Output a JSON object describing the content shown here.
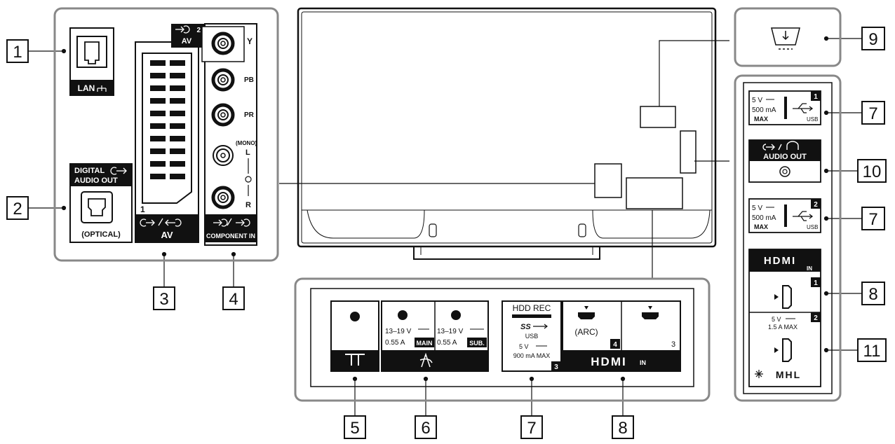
{
  "callouts": {
    "n1": "1",
    "n2": "2",
    "n3": "3",
    "n4": "4",
    "n5": "5",
    "n6": "6",
    "n7a": "7",
    "n8a": "8",
    "n9": "9",
    "n7b": "7",
    "n10": "10",
    "n7c": "7",
    "n8b": "8",
    "n11": "11"
  },
  "left_panel": {
    "lan": {
      "label": "LAN",
      "icon": "network-icon"
    },
    "digital_audio": {
      "line1": "DIGITAL",
      "line2": "AUDIO OUT",
      "optical": "(OPTICAL)"
    },
    "scart": {
      "number": "1",
      "label": "AV"
    },
    "av2": {
      "number": "2",
      "label": "AV"
    },
    "component": {
      "y": "Y",
      "pb": "PB",
      "pr": "PR",
      "mono": "(MONO)",
      "l": "L",
      "r": "R",
      "label": "COMPONENT IN"
    }
  },
  "bottom_panel": {
    "satellite": {
      "main_v": "13–19 V",
      "main_a": "0.55 A",
      "main_tag": "MAIN",
      "sub_v": "13–19 V",
      "sub_a": "0.55 A",
      "sub_tag": "SUB."
    },
    "hdd": {
      "title": "HDD REC",
      "ss": "SS",
      "usb": "USB",
      "v": "5 V",
      "ma": "900 mA MAX",
      "number": "3"
    },
    "hdmi": {
      "arc": "(ARC)",
      "num4": "4",
      "num3": "3",
      "logo": "HDMI",
      "in": "IN"
    }
  },
  "right_panel": {
    "usb1": {
      "v": "5 V",
      "ma": "500 mA",
      "max": "MAX",
      "usb": "USB",
      "number": "1"
    },
    "audio_out": {
      "label": "AUDIO OUT"
    },
    "usb2": {
      "v": "5 V",
      "ma": "500 mA",
      "max": "MAX",
      "usb": "USB",
      "number": "2"
    },
    "hdmi": {
      "logo": "HDMI",
      "in": "IN",
      "num1": "1",
      "num2": "2",
      "v": "5 V",
      "a": "1.5 A MAX",
      "mhl": "MHL"
    }
  }
}
